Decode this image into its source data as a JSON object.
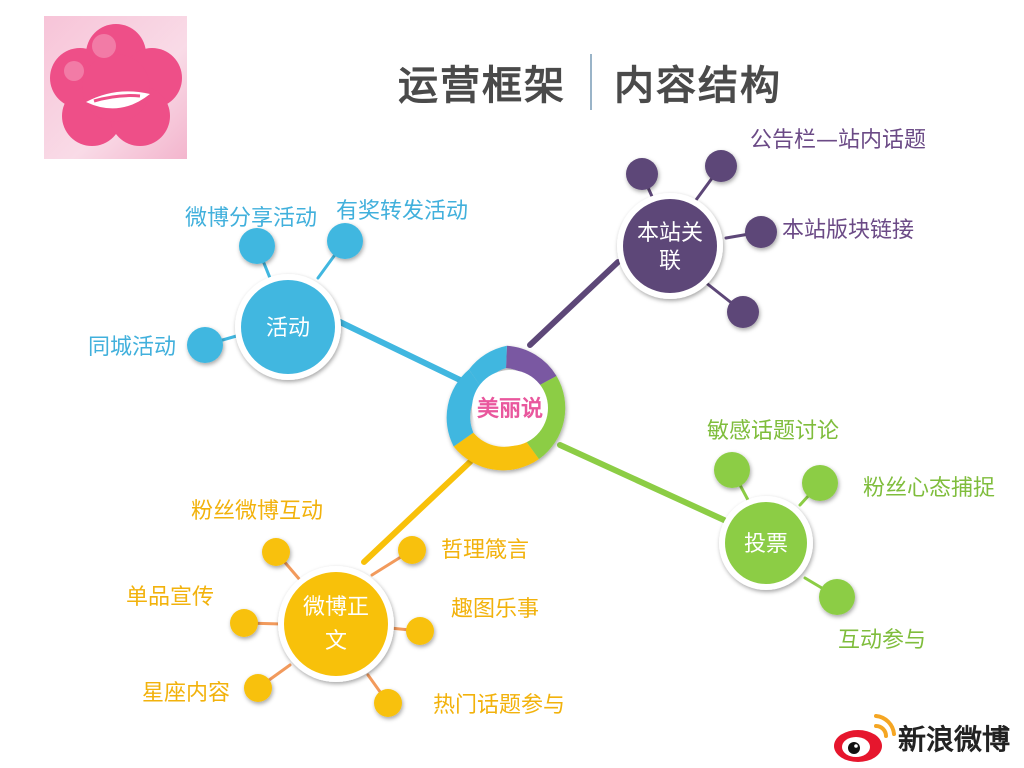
{
  "title": {
    "left": "运营框架",
    "right": "内容结构"
  },
  "brand": {
    "name": "新浪微博"
  },
  "colors": {
    "purple": "#5d4778",
    "blue": "#41b7e0",
    "green": "#8ccd45",
    "yellow": "#f8c10a",
    "center_text": "#e9579d"
  },
  "mindmap": {
    "center": "美丽说",
    "branches": {
      "site": {
        "label": "本站关联",
        "label_lines": [
          "本站关",
          "联"
        ],
        "leaves": [
          "公告栏—站内话题",
          "本站版块链接"
        ]
      },
      "activity": {
        "label": "活动",
        "leaves": [
          "微博分享活动",
          "有奖转发活动",
          "同城活动"
        ]
      },
      "vote": {
        "label": "投票",
        "leaves": [
          "敏感话题讨论",
          "粉丝心态捕捉",
          "互动参与"
        ]
      },
      "post": {
        "label": "微博正文",
        "label_lines": [
          "微博正",
          "文"
        ],
        "leaves": [
          "粉丝微博互动",
          "哲理箴言",
          "单品宣传",
          "趣图乐事",
          "星座内容",
          "热门话题参与"
        ]
      }
    }
  }
}
